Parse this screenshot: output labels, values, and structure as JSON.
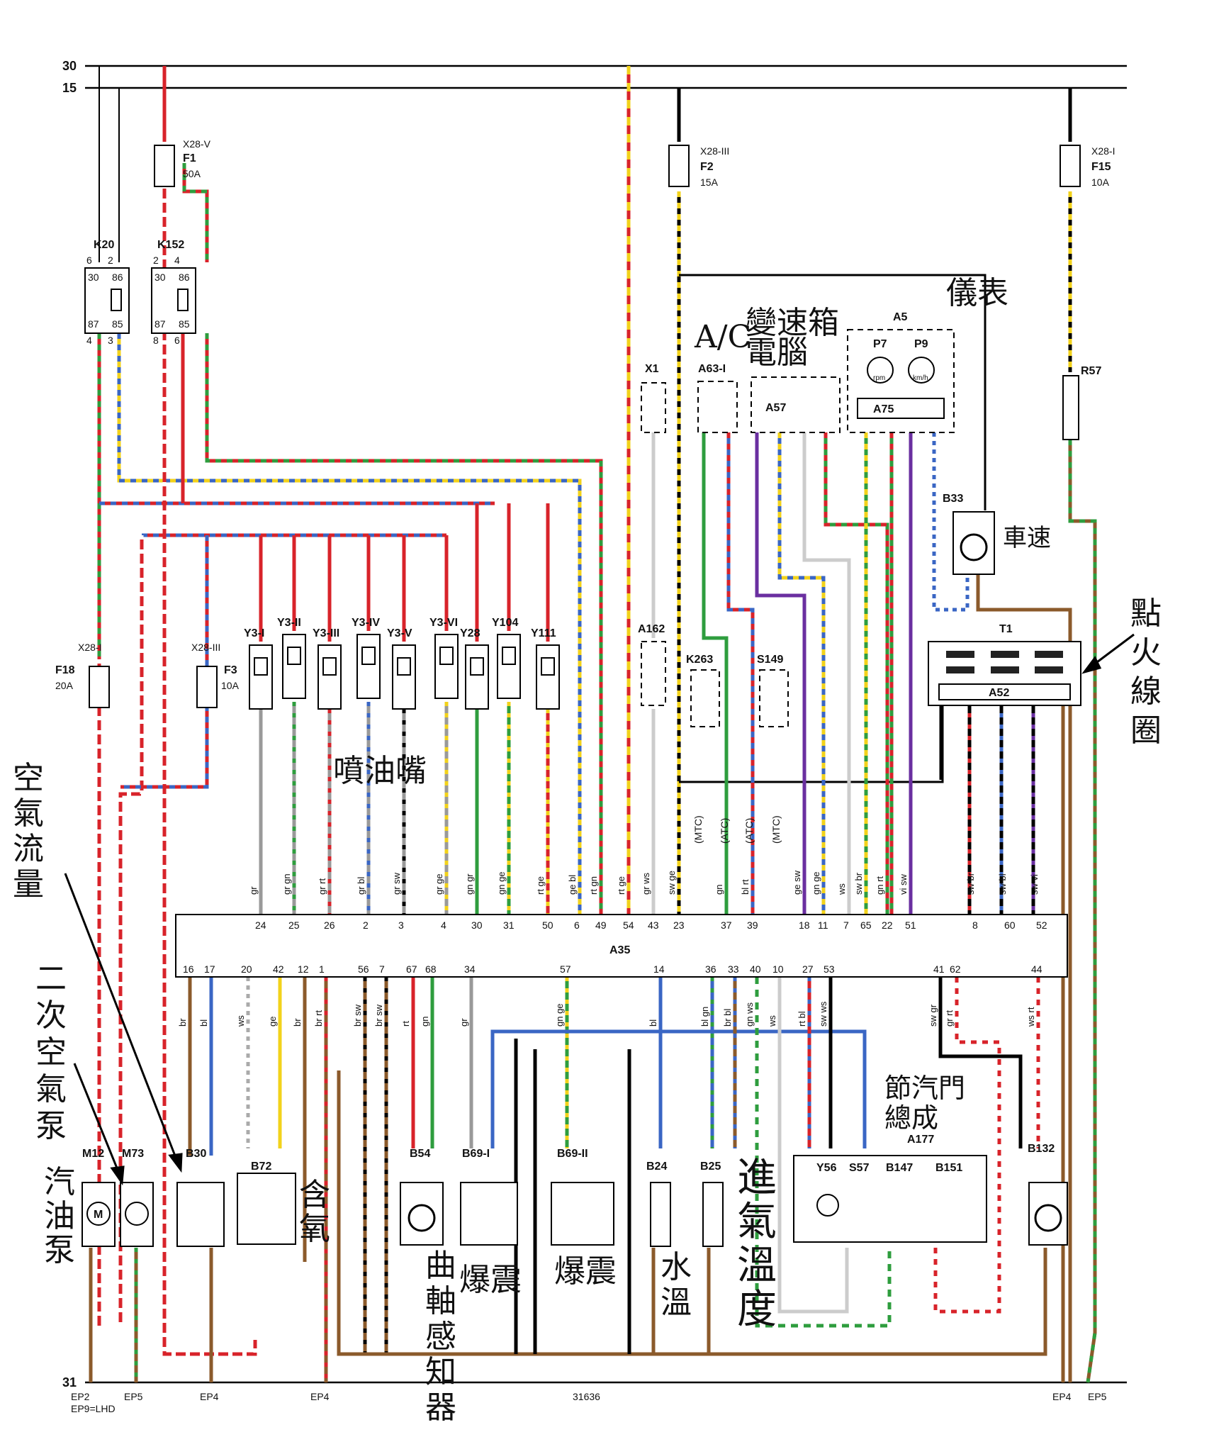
{
  "rails": {
    "r30": "30",
    "r15": "15",
    "r31": "31"
  },
  "fuses": [
    {
      "conn": "X28-V",
      "name": "F1",
      "rating": "50A"
    },
    {
      "conn": "X28-III",
      "name": "F2",
      "rating": "15A"
    },
    {
      "conn": "X28-I",
      "name": "F15",
      "rating": "10A"
    },
    {
      "conn": "X28-I",
      "name": "F18",
      "rating": "20A"
    },
    {
      "conn": "X28-III",
      "name": "F3",
      "rating": "10A"
    }
  ],
  "relays": [
    {
      "name": "K20",
      "pins": [
        "6",
        "2",
        "30",
        "86",
        "87",
        "85",
        "4",
        "3"
      ]
    },
    {
      "name": "K152",
      "pins": [
        "2",
        "4",
        "30",
        "86",
        "87",
        "85",
        "8",
        "6"
      ]
    }
  ],
  "injectors": [
    "Y3-I",
    "Y3-II",
    "Y3-III",
    "Y3-IV",
    "Y3-V",
    "Y3-VI",
    "Y28",
    "Y104",
    "Y111"
  ],
  "components": {
    "x1": "X1",
    "a162": "A162",
    "k263": "K263",
    "s149": "S149",
    "a63": "A63-I",
    "a57": "A57",
    "a5": "A5",
    "p7": "P7",
    "p9": "P9",
    "a75": "A75",
    "r57": "R57",
    "b33": "B33",
    "t1": "T1",
    "a52": "A52",
    "a35": "A35",
    "m12": "M12",
    "m73": "M73",
    "b30": "B30",
    "b72": "B72",
    "b54": "B54",
    "b69i": "B69-I",
    "b69ii": "B69-II",
    "b24": "B24",
    "b25": "B25",
    "a177": "A177",
    "y56": "Y56",
    "s57": "S57",
    "b147": "B147",
    "b151": "B151",
    "b132": "B132",
    "rpm": "rpm",
    "kmh": "km/h",
    "m": "M"
  },
  "ecu_top_pins": [
    "24",
    "25",
    "26",
    "2",
    "3",
    "4",
    "30",
    "31",
    "50",
    "6",
    "49",
    "54",
    "43",
    "23",
    "37",
    "39",
    "18",
    "11",
    "7",
    "65",
    "22",
    "51",
    "8",
    "60",
    "52"
  ],
  "ecu_top_wires": [
    "gr",
    "gr gn",
    "gr rt",
    "gr bl",
    "gr sw",
    "gr ge",
    "gn gr",
    "gn ge",
    "rt ge",
    "ge bl",
    "rt gn",
    "rt ge",
    "gr ws",
    "sw ge",
    "gn",
    "bl rt",
    "ge sw",
    "gn ge",
    "ws",
    "sw br",
    "gn rt",
    "vi sw",
    "sw br",
    "sw bl",
    "sw vi"
  ],
  "ecu_bottom_pins": [
    "16",
    "17",
    "20",
    "42",
    "12",
    "1",
    "56",
    "7",
    "67",
    "68",
    "34",
    "57",
    "14",
    "36",
    "33",
    "40",
    "10",
    "27",
    "53",
    "41",
    "62",
    "44"
  ],
  "ecu_bottom_wires": [
    "br",
    "bl",
    "ws",
    "ge",
    "br",
    "br rt",
    "br sw",
    "br sw",
    "rt",
    "gn",
    "gr",
    "gn ge",
    "bl",
    "bl gn",
    "br bl",
    "gn ws",
    "ws",
    "rt bl",
    "sw ws",
    "sw gr",
    "gr rt",
    "ws rt"
  ],
  "grounds": [
    "EP2",
    "EP9=LHD",
    "EP5",
    "EP4",
    "EP4",
    "EP4",
    "EP5"
  ],
  "diagram_number": "31636",
  "mode_labels": [
    "(MTC)",
    "(ATC)",
    "(ATC)",
    "(MTC)"
  ],
  "annotations": {
    "injector": "噴油嘴",
    "meter": "儀表",
    "ac": "A/C",
    "gearbox": "變速箱",
    "computer": "電腦",
    "speed": "車速",
    "ignition": [
      "點",
      "火",
      "線",
      "圈"
    ],
    "airflow": [
      "空",
      "氣",
      "流",
      "量"
    ],
    "secondary": [
      "二",
      "次",
      "空",
      "氣",
      "泵"
    ],
    "fuelpump": [
      "汽",
      "油",
      "泵"
    ],
    "oxygen": [
      "含",
      "氧"
    ],
    "crank": [
      "曲",
      "軸",
      "感",
      "知",
      "器"
    ],
    "knock": "爆震",
    "water": [
      "水",
      "溫"
    ],
    "intake": [
      "進",
      "氣",
      "溫",
      "度"
    ],
    "throttle": [
      "節汽門",
      "總成"
    ]
  }
}
